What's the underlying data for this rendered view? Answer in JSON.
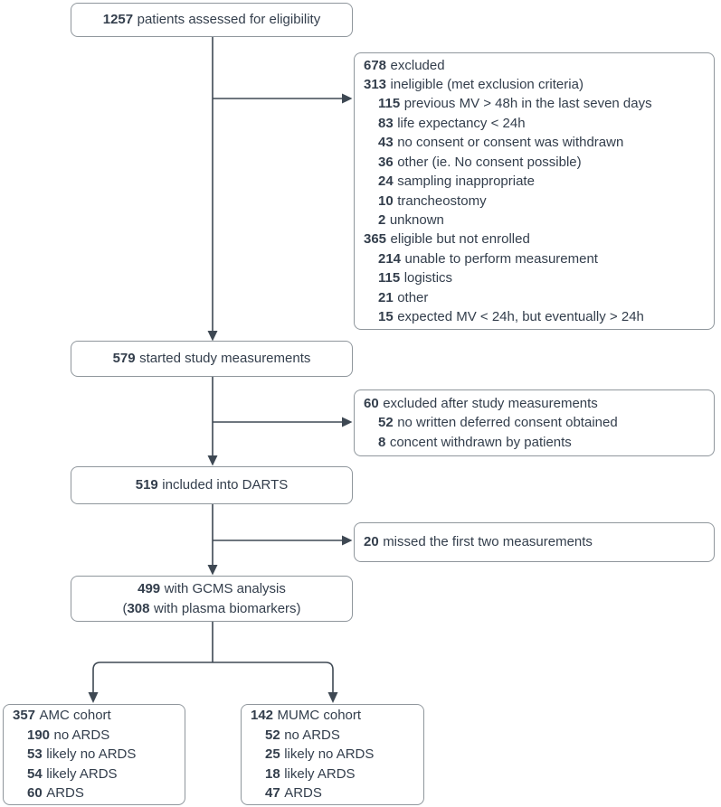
{
  "colors": {
    "text": "#333e4c",
    "line": "#3e4853",
    "border": "#8f969c"
  },
  "flow": {
    "eligibility": {
      "lines": [
        {
          "pre": "",
          "num": "1257",
          "text": "patients assessed for eligibility",
          "indent": 0
        }
      ]
    },
    "excluded": {
      "lines": [
        {
          "pre": "",
          "num": "678",
          "text": "excluded",
          "indent": 0
        },
        {
          "pre": "",
          "num": "313",
          "text": "ineligible (met exclusion criteria)",
          "indent": 0
        },
        {
          "pre": "",
          "num": "115",
          "text": "previous MV > 48h in the last seven days",
          "indent": 1
        },
        {
          "pre": "",
          "num": "83",
          "text": "life expectancy < 24h",
          "indent": 1
        },
        {
          "pre": "",
          "num": "43",
          "text": "no consent or consent was withdrawn",
          "indent": 1
        },
        {
          "pre": "",
          "num": "36",
          "text": "other (ie. No consent possible)",
          "indent": 1
        },
        {
          "pre": "",
          "num": "24",
          "text": "sampling inappropriate",
          "indent": 1
        },
        {
          "pre": "",
          "num": "10",
          "text": "trancheostomy",
          "indent": 1
        },
        {
          "pre": "",
          "num": "2",
          "text": "unknown",
          "indent": 1
        },
        {
          "pre": "",
          "num": "365",
          "text": "eligible but not enrolled",
          "indent": 0
        },
        {
          "pre": "",
          "num": "214",
          "text": "unable to perform measurement",
          "indent": 1
        },
        {
          "pre": "",
          "num": "115",
          "text": "logistics",
          "indent": 1
        },
        {
          "pre": "",
          "num": "21",
          "text": "other",
          "indent": 1
        },
        {
          "pre": "",
          "num": "15",
          "text": "expected MV < 24h, but eventually > 24h",
          "indent": 1
        }
      ]
    },
    "started": {
      "lines": [
        {
          "pre": "",
          "num": "579",
          "text": "started study measurements",
          "indent": 0
        }
      ]
    },
    "excluded_after": {
      "lines": [
        {
          "pre": "",
          "num": "60",
          "text": "excluded after study measurements",
          "indent": 0
        },
        {
          "pre": "",
          "num": "52",
          "text": "no written deferred consent obtained",
          "indent": 1
        },
        {
          "pre": "",
          "num": "8",
          "text": "concent withdrawn by patients",
          "indent": 1
        }
      ]
    },
    "darts": {
      "lines": [
        {
          "pre": "",
          "num": "519",
          "text": "included into DARTS",
          "indent": 0
        }
      ]
    },
    "missed": {
      "lines": [
        {
          "pre": "",
          "num": "20",
          "text": "missed the first two measurements",
          "indent": 0
        }
      ]
    },
    "gcms": {
      "lines": [
        {
          "pre": "",
          "num": "499",
          "text": "with GCMS analysis",
          "indent": 0
        },
        {
          "pre": "(",
          "num": "308",
          "text": "with plasma biomarkers)",
          "indent": 0
        }
      ]
    },
    "amc": {
      "lines": [
        {
          "pre": "",
          "num": "357",
          "text": "AMC cohort",
          "indent": 0
        },
        {
          "pre": "",
          "num": "190",
          "text": "no ARDS",
          "indent": 1
        },
        {
          "pre": "",
          "num": "53",
          "text": "likely no ARDS",
          "indent": 1
        },
        {
          "pre": "",
          "num": "54",
          "text": "likely ARDS",
          "indent": 1
        },
        {
          "pre": "",
          "num": "60",
          "text": "ARDS",
          "indent": 1
        }
      ]
    },
    "mumc": {
      "lines": [
        {
          "pre": "",
          "num": "142",
          "text": "MUMC cohort",
          "indent": 0
        },
        {
          "pre": "",
          "num": "52",
          "text": "no ARDS",
          "indent": 1
        },
        {
          "pre": "",
          "num": "25",
          "text": "likely no ARDS",
          "indent": 1
        },
        {
          "pre": "",
          "num": "18",
          "text": "likely ARDS",
          "indent": 1
        },
        {
          "pre": "",
          "num": "47",
          "text": "ARDS",
          "indent": 1
        }
      ]
    }
  }
}
